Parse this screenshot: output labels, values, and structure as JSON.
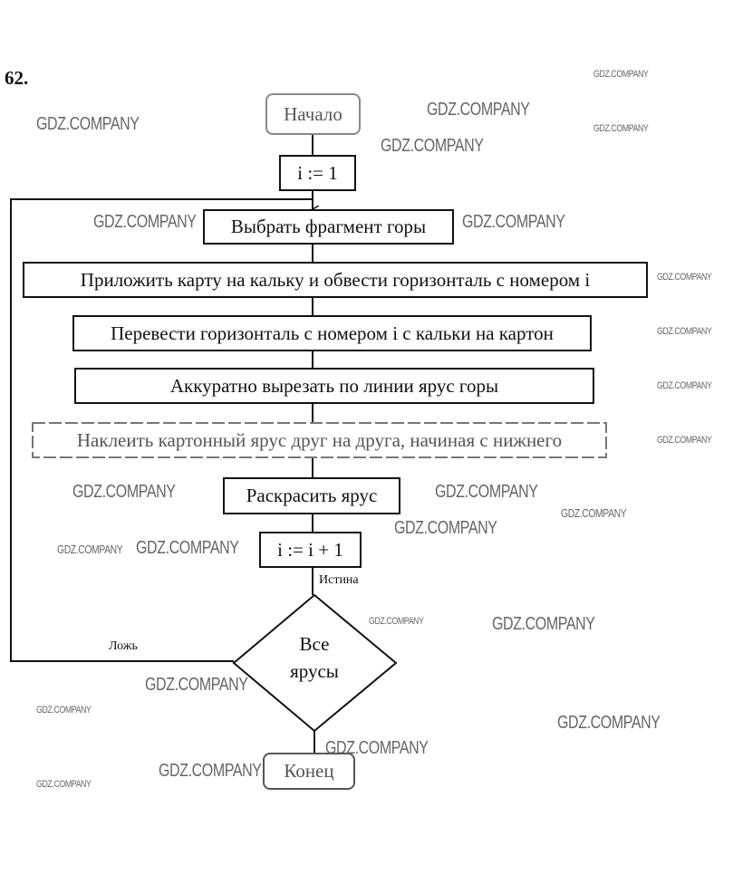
{
  "problem_number": "62.",
  "flowchart": {
    "start": "Начало",
    "init": "i := 1",
    "steps": [
      "Выбрать фрагмент горы",
      "Приложить карту на кальку и обвести горизонталь с номером i",
      "Перевести горизонталь с номером i с кальки на картон",
      "Аккуратно вырезать по линии ярус горы",
      "Наклеить картонный ярус друг на друга, начиная с нижнего",
      "Раскрасить ярус"
    ],
    "increment": "i := i + 1",
    "condition": [
      "Все",
      "ярусы"
    ],
    "true_label": "Истина",
    "false_label": "Ложь",
    "end": "Конец"
  },
  "watermark": "GDZ.COMPANY"
}
